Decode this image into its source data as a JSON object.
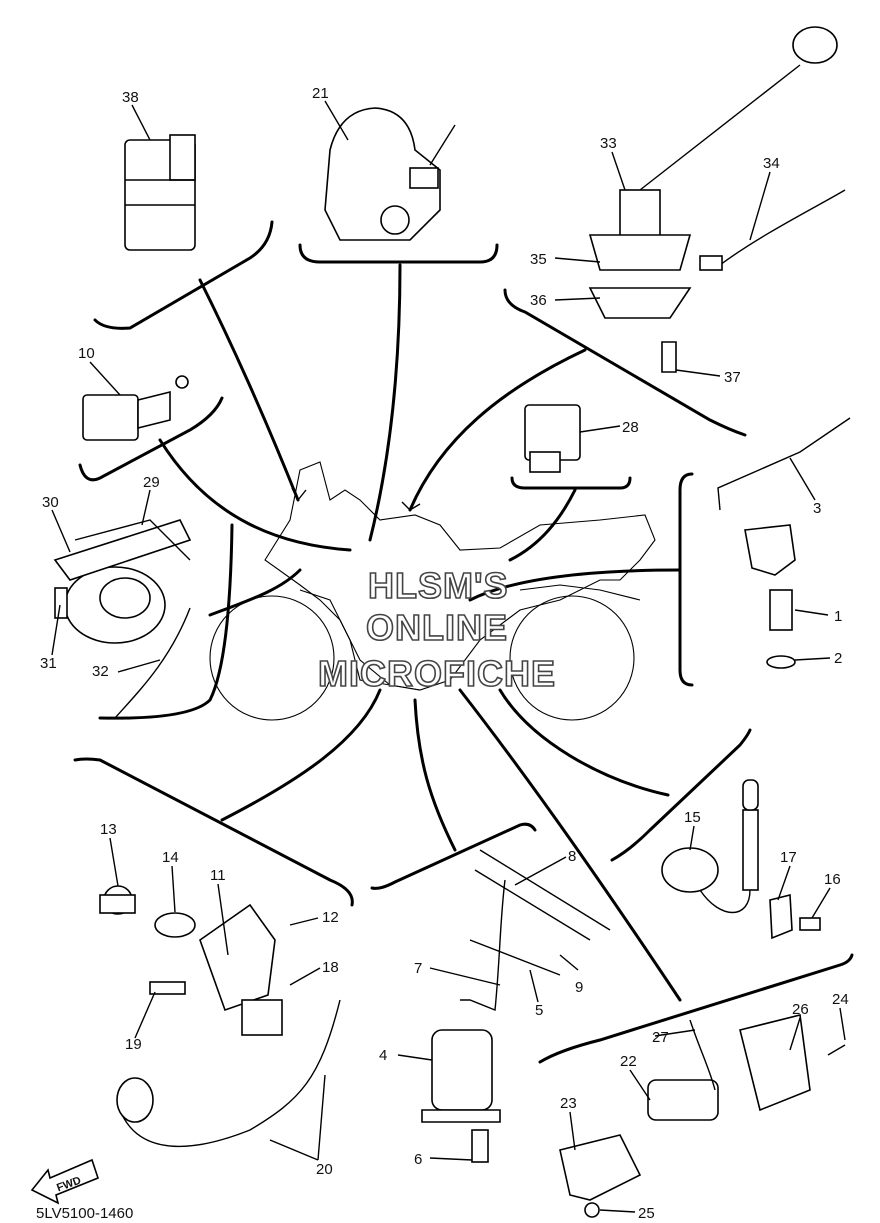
{
  "diagram_code": "5LV5100-1460",
  "watermark": [
    "HLSM'S",
    "ONLINE",
    "MICROFICHE"
  ],
  "fwd_label": "FWD",
  "callouts": [
    {
      "id": "c1",
      "label": "1"
    },
    {
      "id": "c2",
      "label": "2"
    },
    {
      "id": "c3",
      "label": "3"
    },
    {
      "id": "c4",
      "label": "4"
    },
    {
      "id": "c5",
      "label": "5"
    },
    {
      "id": "c6",
      "label": "6"
    },
    {
      "id": "c7",
      "label": "7"
    },
    {
      "id": "c8",
      "label": "8"
    },
    {
      "id": "c9",
      "label": "9"
    },
    {
      "id": "c10",
      "label": "10"
    },
    {
      "id": "c11",
      "label": "11"
    },
    {
      "id": "c12",
      "label": "12"
    },
    {
      "id": "c13",
      "label": "13"
    },
    {
      "id": "c14",
      "label": "14"
    },
    {
      "id": "c15",
      "label": "15"
    },
    {
      "id": "c16",
      "label": "16"
    },
    {
      "id": "c17",
      "label": "17"
    },
    {
      "id": "c18",
      "label": "18"
    },
    {
      "id": "c19",
      "label": "19"
    },
    {
      "id": "c20",
      "label": "20"
    },
    {
      "id": "c21",
      "label": "21"
    },
    {
      "id": "c22",
      "label": "22"
    },
    {
      "id": "c23",
      "label": "23"
    },
    {
      "id": "c24",
      "label": "24"
    },
    {
      "id": "c25",
      "label": "25"
    },
    {
      "id": "c26",
      "label": "26"
    },
    {
      "id": "c27",
      "label": "27"
    },
    {
      "id": "c28",
      "label": "28"
    },
    {
      "id": "c29",
      "label": "29"
    },
    {
      "id": "c30",
      "label": "30"
    },
    {
      "id": "c31",
      "label": "31"
    },
    {
      "id": "c32",
      "label": "32"
    },
    {
      "id": "c33",
      "label": "33"
    },
    {
      "id": "c34",
      "label": "34"
    },
    {
      "id": "c35",
      "label": "35"
    },
    {
      "id": "c36",
      "label": "36"
    },
    {
      "id": "c37",
      "label": "37"
    },
    {
      "id": "c38",
      "label": "38"
    }
  ]
}
